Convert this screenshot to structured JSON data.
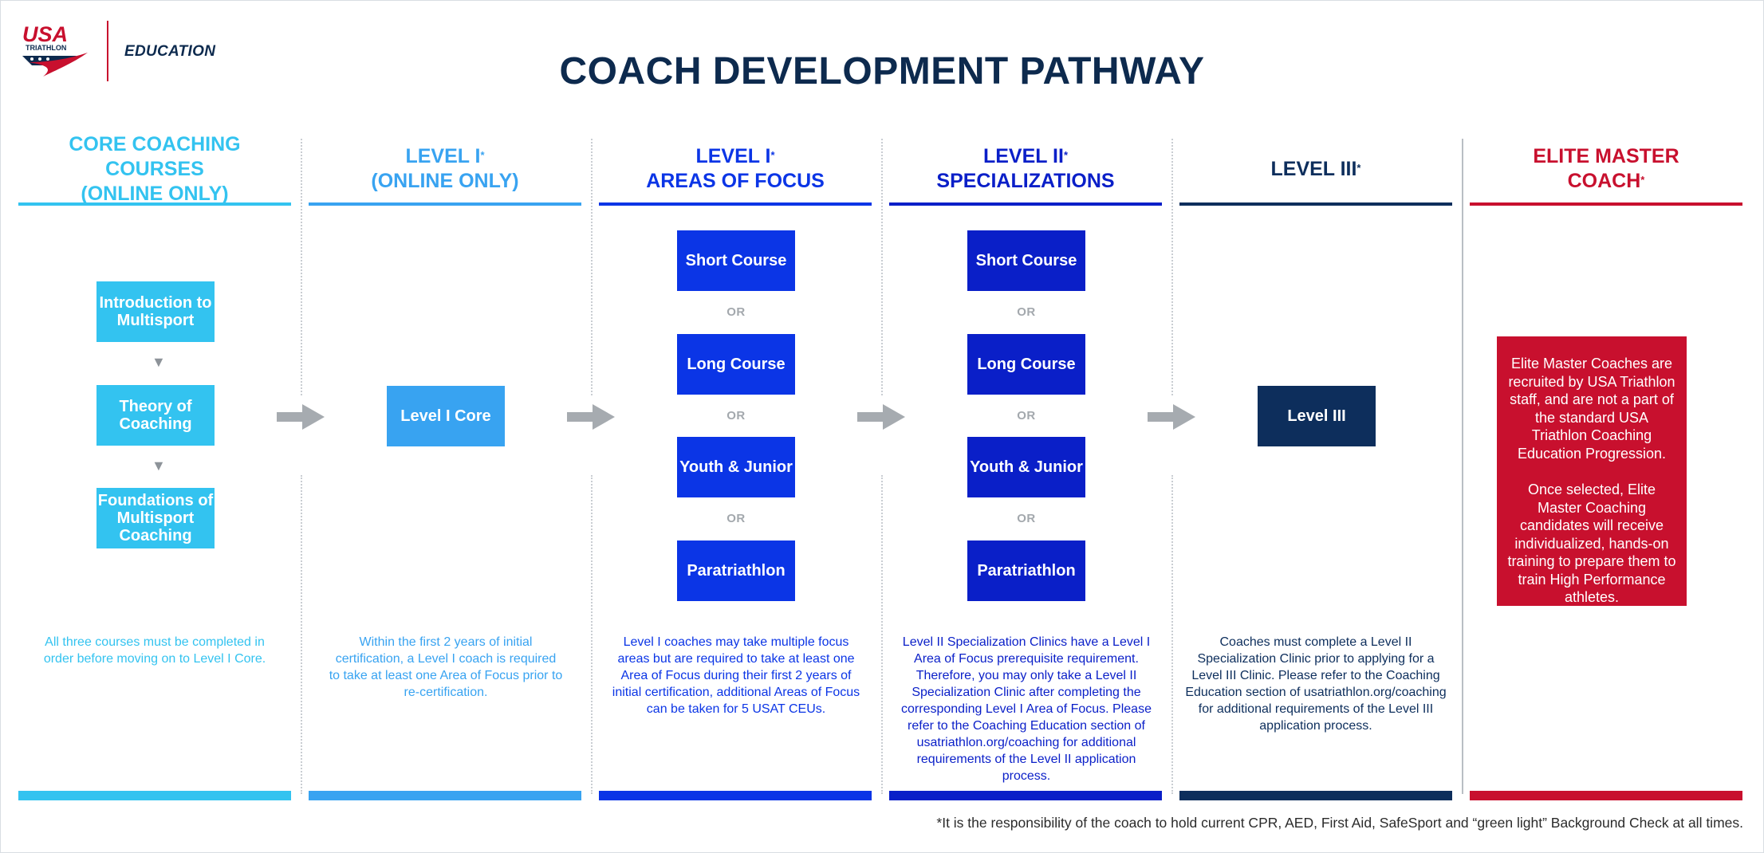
{
  "header": {
    "logo_name": "USA",
    "logo_sub": "TRIATHLON",
    "section": "EDUCATION",
    "title": "COACH DEVELOPMENT PATHWAY"
  },
  "colors": {
    "core": "#33c3f0",
    "level1": "#38a3f1",
    "focus": "#0b35e6",
    "spec": "#0a1fc8",
    "level3": "#0d2e5c",
    "elite": "#c8102e",
    "arrow": "#a6abb0"
  },
  "columns": [
    {
      "title_line1": "CORE COACHING COURSES",
      "title_line2": "(ONLINE ONLY)",
      "mark": ""
    },
    {
      "title_line1": "LEVEL I",
      "mark": "*",
      "title_line2": "(ONLINE ONLY)"
    },
    {
      "title_line1": "LEVEL I",
      "mark": "*",
      "title_line2": "AREAS OF FOCUS"
    },
    {
      "title_line1": "LEVEL II",
      "mark": "*",
      "title_line2": "SPECIALIZATIONS"
    },
    {
      "title_line1": "LEVEL III",
      "mark": "*",
      "title_line2": ""
    },
    {
      "title_line1": "ELITE MASTER",
      "title_line2": "COACH",
      "mark": "*"
    }
  ],
  "core_courses": [
    "Introduction to Multisport",
    "Theory of Coaching",
    "Foundations of Multisport Coaching"
  ],
  "level1_box": "Level I Core",
  "focus_options": [
    "Short Course",
    "Long Course",
    "Youth & Junior",
    "Paratriathlon"
  ],
  "spec_options": [
    "Short Course",
    "Long Course",
    "Youth & Junior",
    "Paratriathlon"
  ],
  "or_label": "OR",
  "level3_box": "Level III",
  "elite_text": [
    "Elite Master Coaches are recruited by USA Triathlon staff, and are not a part of the standard USA Triathlon Coaching Education Progression.",
    "Once selected, Elite Master Coaching candidates will receive individualized, hands-on training to prepare them to train High Performance athletes."
  ],
  "notes": {
    "core": "All three courses must be completed in order before moving on to Level I Core.",
    "level1": "Within the first 2 years of initial certification, a Level I coach is required to take at least one Area of Focus prior to re-certification.",
    "focus": "Level I coaches may take multiple focus areas but are required to take at least one Area of Focus during their first 2 years of initial certification, additional Areas of Focus can be taken for 5 USAT CEUs.",
    "spec": "Level II Specialization Clinics have a Level I Area of Focus prerequisite requirement. Therefore, you may only take a Level II Specialization Clinic after completing the corresponding Level I Area of Focus. Please refer to the Coaching Education section of usatriathlon.org/coaching  for additional requirements of the Level II application process.",
    "level3": "Coaches must complete a Level II Specialization Clinic prior to applying for a Level III Clinic. Please refer to the Coaching Education section of usatriathlon.org/coaching for additional requirements of the Level III application process."
  },
  "footnote": "*It is the responsibility of the coach to hold current CPR, AED, First Aid, SafeSport and “green light” Background Check at all times."
}
